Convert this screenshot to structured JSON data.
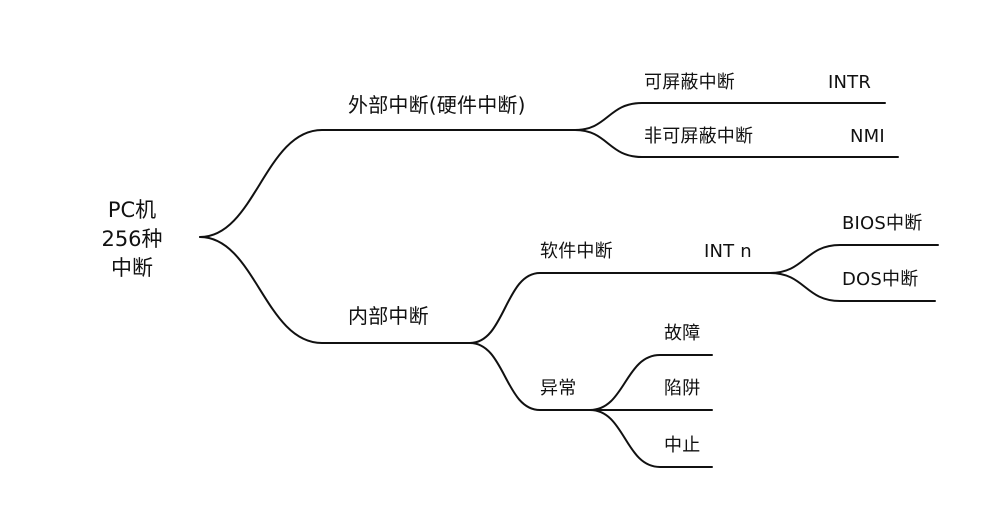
{
  "diagram": {
    "root": {
      "lines": [
        "PC机",
        "256种",
        "中断"
      ]
    },
    "external": {
      "label": "外部中断(硬件中断)",
      "maskable": {
        "label": "可屏蔽中断",
        "code": "INTR"
      },
      "nonmaskable": {
        "label": "非可屏蔽中断",
        "code": "NMI"
      }
    },
    "internal": {
      "label": "内部中断",
      "software": {
        "label": "软件中断",
        "code": "INT n",
        "bios": "BIOS中断",
        "dos": "DOS中断"
      },
      "exception": {
        "label": "异常",
        "fault": "故障",
        "trap": "陷阱",
        "abort": "中止"
      }
    }
  }
}
